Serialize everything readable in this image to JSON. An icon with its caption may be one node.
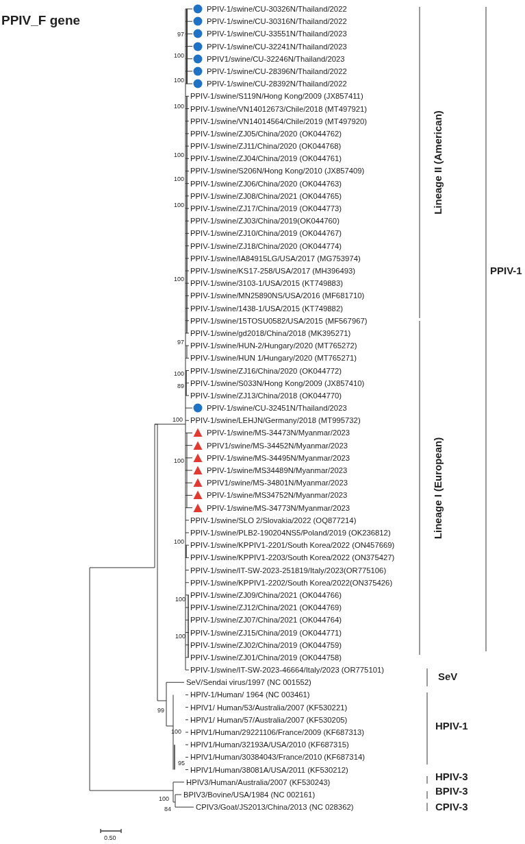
{
  "diagram": {
    "title": "PPIV_F gene",
    "labels": [
      "PPIV-1/swine/CU-30326N/Thailand/2022",
      "PPIV-1/swine/CU-30316N/Thailand/2022",
      "PPIV-1/swine/CU-33551N/Thailand/2023",
      "PPIV-1/swine/CU-32241N/Thailand/2023",
      "PPIV1/swine/CU-32246N/Thailand/2023",
      "PPIV-1/swine/CU-28396N/Thailand/2022",
      "PPIV-1/swine/CU-28392N/Thailand/2022",
      "PPIV-1/swine/S119N/Hong Kong/2009 (JX857411)",
      "PPIV-1/swine/VN14012673/Chile/2018 (MT497921)",
      "PPIV-1/swine/VN14014564/Chile/2019 (MT497920)",
      "PPIV-1/swine/ZJ05/China/2020 (OK044762)",
      "PPIV-1/swine/ZJ11/China/2020 (OK044768)",
      "PPIV-1/swine/ZJ04/China/2019 (OK044761)",
      "PPIV-1/swine/S206N/Hong Kong/2010 (JX857409)",
      "PPIV-1/swine/ZJ06/China/2020 (OK044763)",
      "PPIV-1/swine/ZJ08/China/2021 (OK044765)",
      "PPIV-1/swine/ZJ17/China/2019 (OK044773)",
      "PPIV-1/swine/ZJ03/China/2019(OK044760)",
      "PPIV-1/swine/ZJ10/China/2019 (OK044767)",
      "PPIV-1/swine/ZJ18/China/2020 (OK044774)",
      "PPIV-1/swine/IA84915LG/USA/2017 (MG753974)",
      "PPIV-1/swine/KS17-258/USA/2017 (MH396493)",
      "PPIV-1/swine/3103-1/USA/2015 (KT749883)",
      "PPIV-1/swine/MN25890NS/USA/2016 (MF681710)",
      "PPIV-1/swine/1438-1/USA/2015 (KT749882)",
      "PPIV-1/swine/15TOSU0582/USA/2015 (MF567967)",
      "PPIV-1/swine/gd2018/China/2018 (MK395271)",
      "PPIV-1/swine/HUN-2/Hungary/2020 (MT765272)",
      "PPIV-1/swine/HUN 1/Hungary/2020 (MT765271)",
      "PPIV-1/swine/ZJ16/China/2020 (OK044772)",
      "PPIV-1/swine/S033N/Hong Kong/2009 (JX857410)",
      "PPIV-1/swine/ZJ13/China/2018 (OK044770)",
      "PPIV-1/swine/CU-32451N/Thailand/2023",
      "PPIV-1/swine/LEHJN/Germany/2018 (MT995732)",
      "PPIV-1/swine/MS-34473N/Myanmar/2023",
      "PPIV1/swine/MS-34452N/Myanmar/2023",
      "PPIV-1/swine/MS-34495N/Myanmar/2023",
      "PPIV-1/swine/MS34489N/Myanmar/2023",
      "PPIV1/swine/MS-34801N/Myanmar/2023",
      "PPIV-1/swine/MS34752N/Myanmar/2023",
      "PPIV-1/swine/MS-34773N/Myanmar/2023",
      "PPIV-1/swine/SLO 2/Slovakia/2022 (OQ877214)",
      "PPIV-1/swine/PLB2-190204NS5/Poland/2019 (OK236812)",
      "PPIV-1/swine/KPPIV1-2201/South Korea/2022 (ON457669)",
      "PPIV-1/swine/KPPIV1-2203/South Korea/2022 (ON375427)",
      "PPIV-1/swine/IT-SW-2023-251819/Italy/2023(OR775106)",
      "PPIV-1/swine/KPPIV1-2202/South Korea/2022(ON375426)",
      "PPIV-1/swine/ZJ09/China/2021 (OK044766)",
      "PPIV-1/swine/ZJ12/China/2021 (OK044769)",
      "PPIV-1/swine/ZJ07/China/2021 (OK044764)",
      "PPIV-1/swine/ZJ15/China/2019 (OK044771)",
      "PPIV-1/swine/ZJ02/China/2019 (OK044759)",
      "PPIV-1/swine/ZJ01/China/2019 (OK044758)",
      "PPIV-1/swine/IT-SW-2023-46664/Italy/2023 (OR775101)",
      "SeV/Sendai virus/1997 (NC 001552)",
      "HPIV-1/Human/ 1964 (NC 003461)",
      "HPIV1/ Human/53/Australia/2007 (KF530221)",
      "HPIV1/ Human/57/Australia/2007 (KF530205)",
      "HPIV1/Human/29221106/France/2009 (KF687313)",
      "HPIV1/Human/32193A/USA/2010 (KF687315)",
      "HPIV1/Human/30384043/France/2010 (KF687314)",
      "HPIV1/Human/38081A/USA/2011 (KF530212)",
      "HPIV3/Human/Australia/2007 (KF530243)",
      "BPIV3/Bovine/USA/1984 (NC 002161)",
      "CPIV3/Goat/JS2013/China/2013 (NC 028362)",
      "97",
      "100",
      "100",
      "100",
      "100",
      "100",
      "100",
      "100",
      "97",
      "100",
      "89",
      "100",
      "100",
      "100",
      "100",
      "100",
      "99",
      "100",
      "95",
      "100",
      "84",
      "Lineage II (American)",
      "Lineage I (European)",
      "PPIV-1",
      "SeV",
      "HPIV-1",
      "HPIV-3",
      "BPIV-3",
      "CPIV-3",
      "0.50"
    ]
  }
}
